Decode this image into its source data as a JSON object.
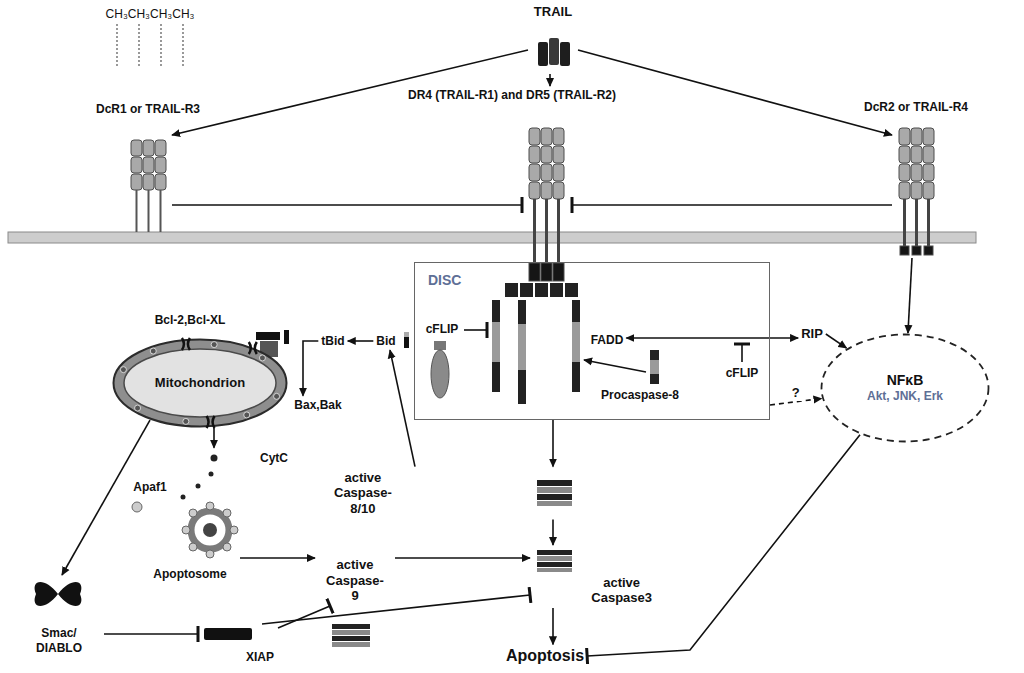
{
  "diagram": {
    "nodes": [
      {
        "text": [
          "TRAIL"
        ]
      },
      {
        "text": [
          "DcR1 or TRAIL-R3"
        ]
      },
      {
        "text": [
          "DR4 (TRAIL-R1) and DR5 (TRAIL-R2)"
        ]
      },
      {
        "text": [
          "DcR2 or TRAIL-R4"
        ]
      },
      {
        "text": [
          "DISC"
        ]
      },
      {
        "text": [
          "cFLIP"
        ],
        "in": 4
      },
      {
        "text": [
          "FADD"
        ],
        "in": 4
      },
      {
        "text": [
          "Procaspase-8"
        ],
        "in": 4
      },
      {
        "text": [
          "RIP"
        ]
      },
      {
        "text": [
          "Bcl-2,Bcl-XL"
        ]
      },
      {
        "text": [
          "tBid"
        ]
      },
      {
        "text": [
          "Bid"
        ]
      },
      {
        "text": [
          "Mitochondrion"
        ]
      },
      {
        "text": [
          "Bax,Bak"
        ]
      },
      {
        "text": [
          "NFκB",
          "Akt, JNK, Erk"
        ]
      },
      {
        "text": [
          "CytC"
        ]
      },
      {
        "text": [
          "active Caspase-8/10"
        ]
      },
      {
        "text": [
          "Apaf1"
        ]
      },
      {
        "text": [
          "Apoptosome"
        ]
      },
      {
        "text": [
          "active Caspase-9"
        ]
      },
      {
        "text": [
          "active Caspase3"
        ]
      },
      {
        "text": [
          "Smac/ DIABLO"
        ]
      },
      {
        "text": [
          "XIAP"
        ]
      },
      {
        "text": [
          "Apoptosis"
        ]
      }
    ],
    "edges": [
      {
        "from": 0,
        "to": 1,
        "arrow": "to"
      },
      {
        "from": 0,
        "to": 2,
        "arrow": "to"
      },
      {
        "from": 0,
        "to": 3,
        "arrow": "to"
      },
      {
        "from": 1,
        "to": 2,
        "arrow": "to"
      },
      {
        "from": 3,
        "to": 2,
        "arrow": "to"
      },
      {
        "from": 6,
        "to": 8,
        "arrow": "both"
      },
      {
        "from": 8,
        "to": 14,
        "arrow": "to"
      },
      {
        "from": 3,
        "to": 14,
        "arrow": "to"
      },
      {
        "from": 4,
        "to": 14,
        "arrow": "to",
        "label": "?"
      },
      {
        "from": 4,
        "to": 16,
        "arrow": "to"
      },
      {
        "from": 16,
        "to": 11,
        "arrow": "to"
      },
      {
        "from": 11,
        "to": 10,
        "arrow": "to"
      },
      {
        "from": 10,
        "to": 13,
        "arrow": "to"
      },
      {
        "from": 12,
        "to": 15,
        "arrow": "to"
      },
      {
        "from": 12,
        "to": 21,
        "arrow": "to"
      },
      {
        "from": 18,
        "to": 19,
        "arrow": "to"
      },
      {
        "from": 16,
        "to": 20,
        "arrow": "to"
      },
      {
        "from": 19,
        "to": 20,
        "arrow": "to"
      },
      {
        "from": 21,
        "to": 22,
        "arrow": "to"
      },
      {
        "from": 22,
        "to": 19,
        "arrow": "to"
      },
      {
        "from": 22,
        "to": 20,
        "arrow": "to"
      },
      {
        "from": 20,
        "to": 23,
        "arrow": "to"
      },
      {
        "from": 14,
        "to": 23,
        "arrow": "to"
      }
    ],
    "labels": [
      "CH₃CH₃CH₃CH₃",
      "cFLIP"
    ]
  }
}
